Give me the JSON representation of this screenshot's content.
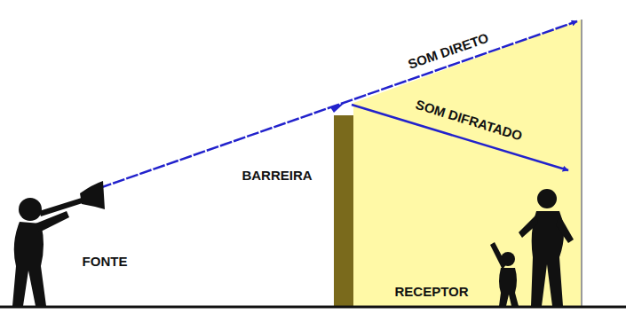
{
  "diagram": {
    "labels": [
      "SOM DIRETO",
      "SOM DIFRATADO",
      "BARREIRA",
      "FONTE",
      "RECEPTOR"
    ]
  }
}
